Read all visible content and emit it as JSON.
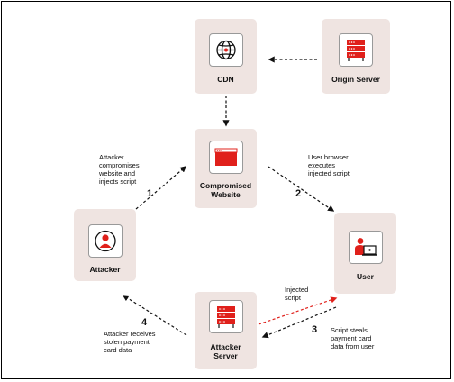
{
  "colors": {
    "accent": "#e0201b",
    "node_bg": "#efe4e1",
    "arrow_dark": "#111111",
    "arrow_red": "#e0201b"
  },
  "nodes": {
    "cdn": {
      "label": "CDN",
      "icon": "globe-icon"
    },
    "origin": {
      "label": "Origin Server",
      "icon": "server-icon"
    },
    "website": {
      "label_line1": "Compromised",
      "label_line2": "Website",
      "icon": "browser-window-icon"
    },
    "attacker": {
      "label": "Attacker",
      "icon": "person-icon"
    },
    "user": {
      "label": "User",
      "icon": "person-laptop-icon"
    },
    "attacker_server": {
      "label_line1": "Attacker",
      "label_line2": "Server",
      "icon": "server-icon"
    }
  },
  "notes": {
    "step1": {
      "number": "1",
      "lines": [
        "Attacker",
        "compromises",
        "website and",
        "injects script"
      ]
    },
    "step2": {
      "number": "2",
      "lines": [
        "User browser",
        "executes",
        "injected script"
      ]
    },
    "step3": {
      "number": "3",
      "lines": [
        "Script steals",
        "payment card",
        "data from user"
      ]
    },
    "step4": {
      "number": "4",
      "lines": [
        "Attacker receives",
        "stolen payment",
        "card data"
      ]
    },
    "injected": {
      "lines": [
        "Injected",
        "script"
      ]
    }
  }
}
